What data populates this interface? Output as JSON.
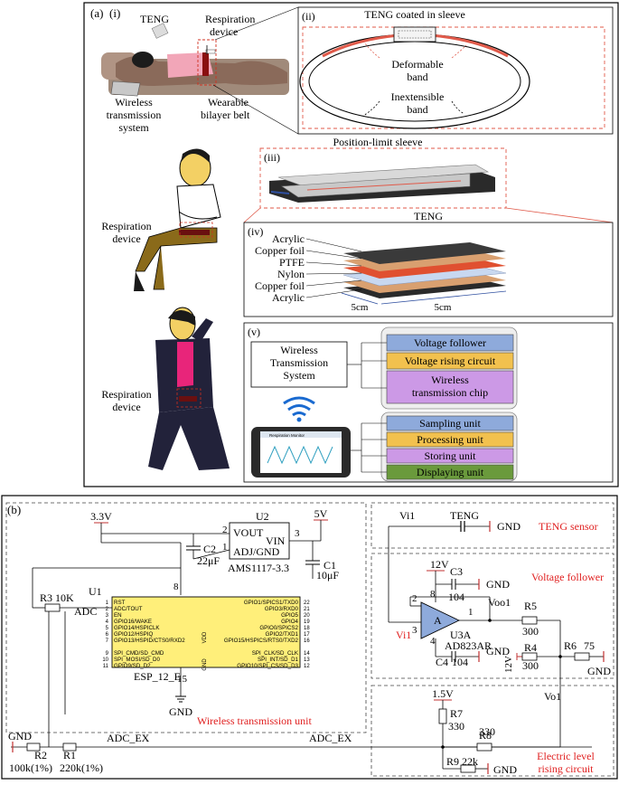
{
  "panel_a": {
    "label": "(a)",
    "sub_i": "(i)",
    "sub_ii": "(ii)",
    "sub_iii": "(iii)",
    "sub_iv": "(iv)",
    "sub_v": "(v)",
    "teng": "TENG",
    "respiration_device_l1": "Respiration",
    "respiration_device_l2": "device",
    "wireless_l1": "Wireless",
    "wireless_l2": "transmission",
    "wireless_l3": "system",
    "belt_l1": "Wearable",
    "belt_l2": "bilayer belt",
    "ii_title": "TENG coated in sleeve",
    "deformable_l1": "Deformable",
    "deformable_l2": "band",
    "inextensible_l1": "Inextensible",
    "inextensible_l2": "band",
    "iii_title": "Position-limit sleeve",
    "iv_title": "TENG",
    "layers": [
      "Acrylic",
      "Copper foil",
      "PTFE",
      "Nylon",
      "Copper foil",
      "Acrylic"
    ],
    "dim_a": "5cm",
    "dim_b": "5cm",
    "v_wts_l1": "Wireless",
    "v_wts_l2": "Transmission",
    "v_wts_l3": "System",
    "v_block1": "Voltage follower",
    "v_block2": "Voltage rising circuit",
    "v_block3_l1": "Wireless",
    "v_block3_l2": "transmission chip",
    "v_block4": "Sampling unit",
    "v_block5": "Processing unit",
    "v_block6": "Storing unit",
    "v_block7": "Displaying unit",
    "phone_app_title": "Respiration Monitor",
    "colors": {
      "blue": "#8eaadb",
      "yellow": "#f2c14e",
      "purple": "#cc99e6",
      "green": "#6a9a3c",
      "sleeve_red": "#e05a4a"
    }
  },
  "panel_b": {
    "label": "(b)",
    "v33": "3.3V",
    "v5": "5V",
    "u2": "U2",
    "vout": "VOUT",
    "vin": "VIN",
    "adj": "ADJ/GND",
    "ams": "AMS1117-3.3",
    "pin1": "1",
    "pin2": "2",
    "pin3": "3",
    "c2": "C2",
    "c2v": "22μF",
    "c1": "C1",
    "c1v": "10μF",
    "u1": "U1",
    "pin8": "8",
    "pin15": "15",
    "r3": "R3 10K",
    "adc": "ADC",
    "esp_left_pins": [
      "RST",
      "ADC/TOUT",
      "EN",
      "GPIO16/WAKE",
      "GPIO14/HSPICLK",
      "GPIO12/HSPIQ",
      "GPIO13/HSPID/CTS0/RXD2",
      "",
      "SPI_CMD/SD_CMD",
      "SPI_MOSI/SD_D0",
      "GPIO9/SD_D2"
    ],
    "esp_left_nums": [
      "1",
      "2",
      "3",
      "4",
      "5",
      "6",
      "7",
      "",
      "9",
      "10",
      "11"
    ],
    "esp_right_pins": [
      "GPIO1/SPICS1/TXD0",
      "GPIO3/RXD0",
      "GPIO5",
      "GPIO4",
      "GPIO0/SPICS2",
      "GPIO2/TXD1",
      "GPIO15/HSPICS/RTS0/TXD2",
      "",
      "SPI_CLK/SD_CLK",
      "SPI_INT/SD_D1",
      "GPIO10/SPI_CS/SD_D3"
    ],
    "esp_right_nums": [
      "22",
      "21",
      "20",
      "19",
      "18",
      "17",
      "16",
      "",
      "14",
      "13",
      "12"
    ],
    "vdd": "VDD",
    "gnd_pin": "GND",
    "esp_name": "ESP_12_E",
    "gnd": "GND",
    "wireless_unit": "Wireless transmission unit",
    "r2": "R2",
    "r2v": "100k(1%)",
    "r1": "R1",
    "r1v": "220k(1%)",
    "adc_ex1": "ADC_EX",
    "adc_ex2": "ADC_EX",
    "vi1_top": "Vi1",
    "teng_src": "TENG",
    "teng_gnd": "GND",
    "teng_sensor": "TENG sensor",
    "v12_top": "12V",
    "c3": "C3",
    "c3v": "104",
    "gnd_c3": "GND",
    "voltage_follower": "Voltage follower",
    "pin2b": "2",
    "pin8b": "8",
    "pin1b": "1",
    "pin3b": "3",
    "pin4b": "4",
    "opamp_a": "A",
    "vi1_bottom": "Vi1",
    "u3a": "U3A",
    "ad823": "AD823AR",
    "voo1": "Voo1",
    "r5": "R5",
    "r5v": "300",
    "c4": "C4",
    "c4v": "104",
    "gnd_c4": "GND",
    "v12_side": "12V",
    "r4": "R4",
    "r4v": "300",
    "r6": "R6",
    "r6v": "75",
    "gnd_r6": "GND",
    "v15": "1.5V",
    "vo1": "Vo1",
    "r7": "R7",
    "r7v": "330",
    "r8": "R8",
    "r8v": "330",
    "r9": "R9 22k",
    "gnd_r9": "GND",
    "elec_l1": "Electric level",
    "elec_l2": "rising circuit",
    "red": "#e02020"
  }
}
